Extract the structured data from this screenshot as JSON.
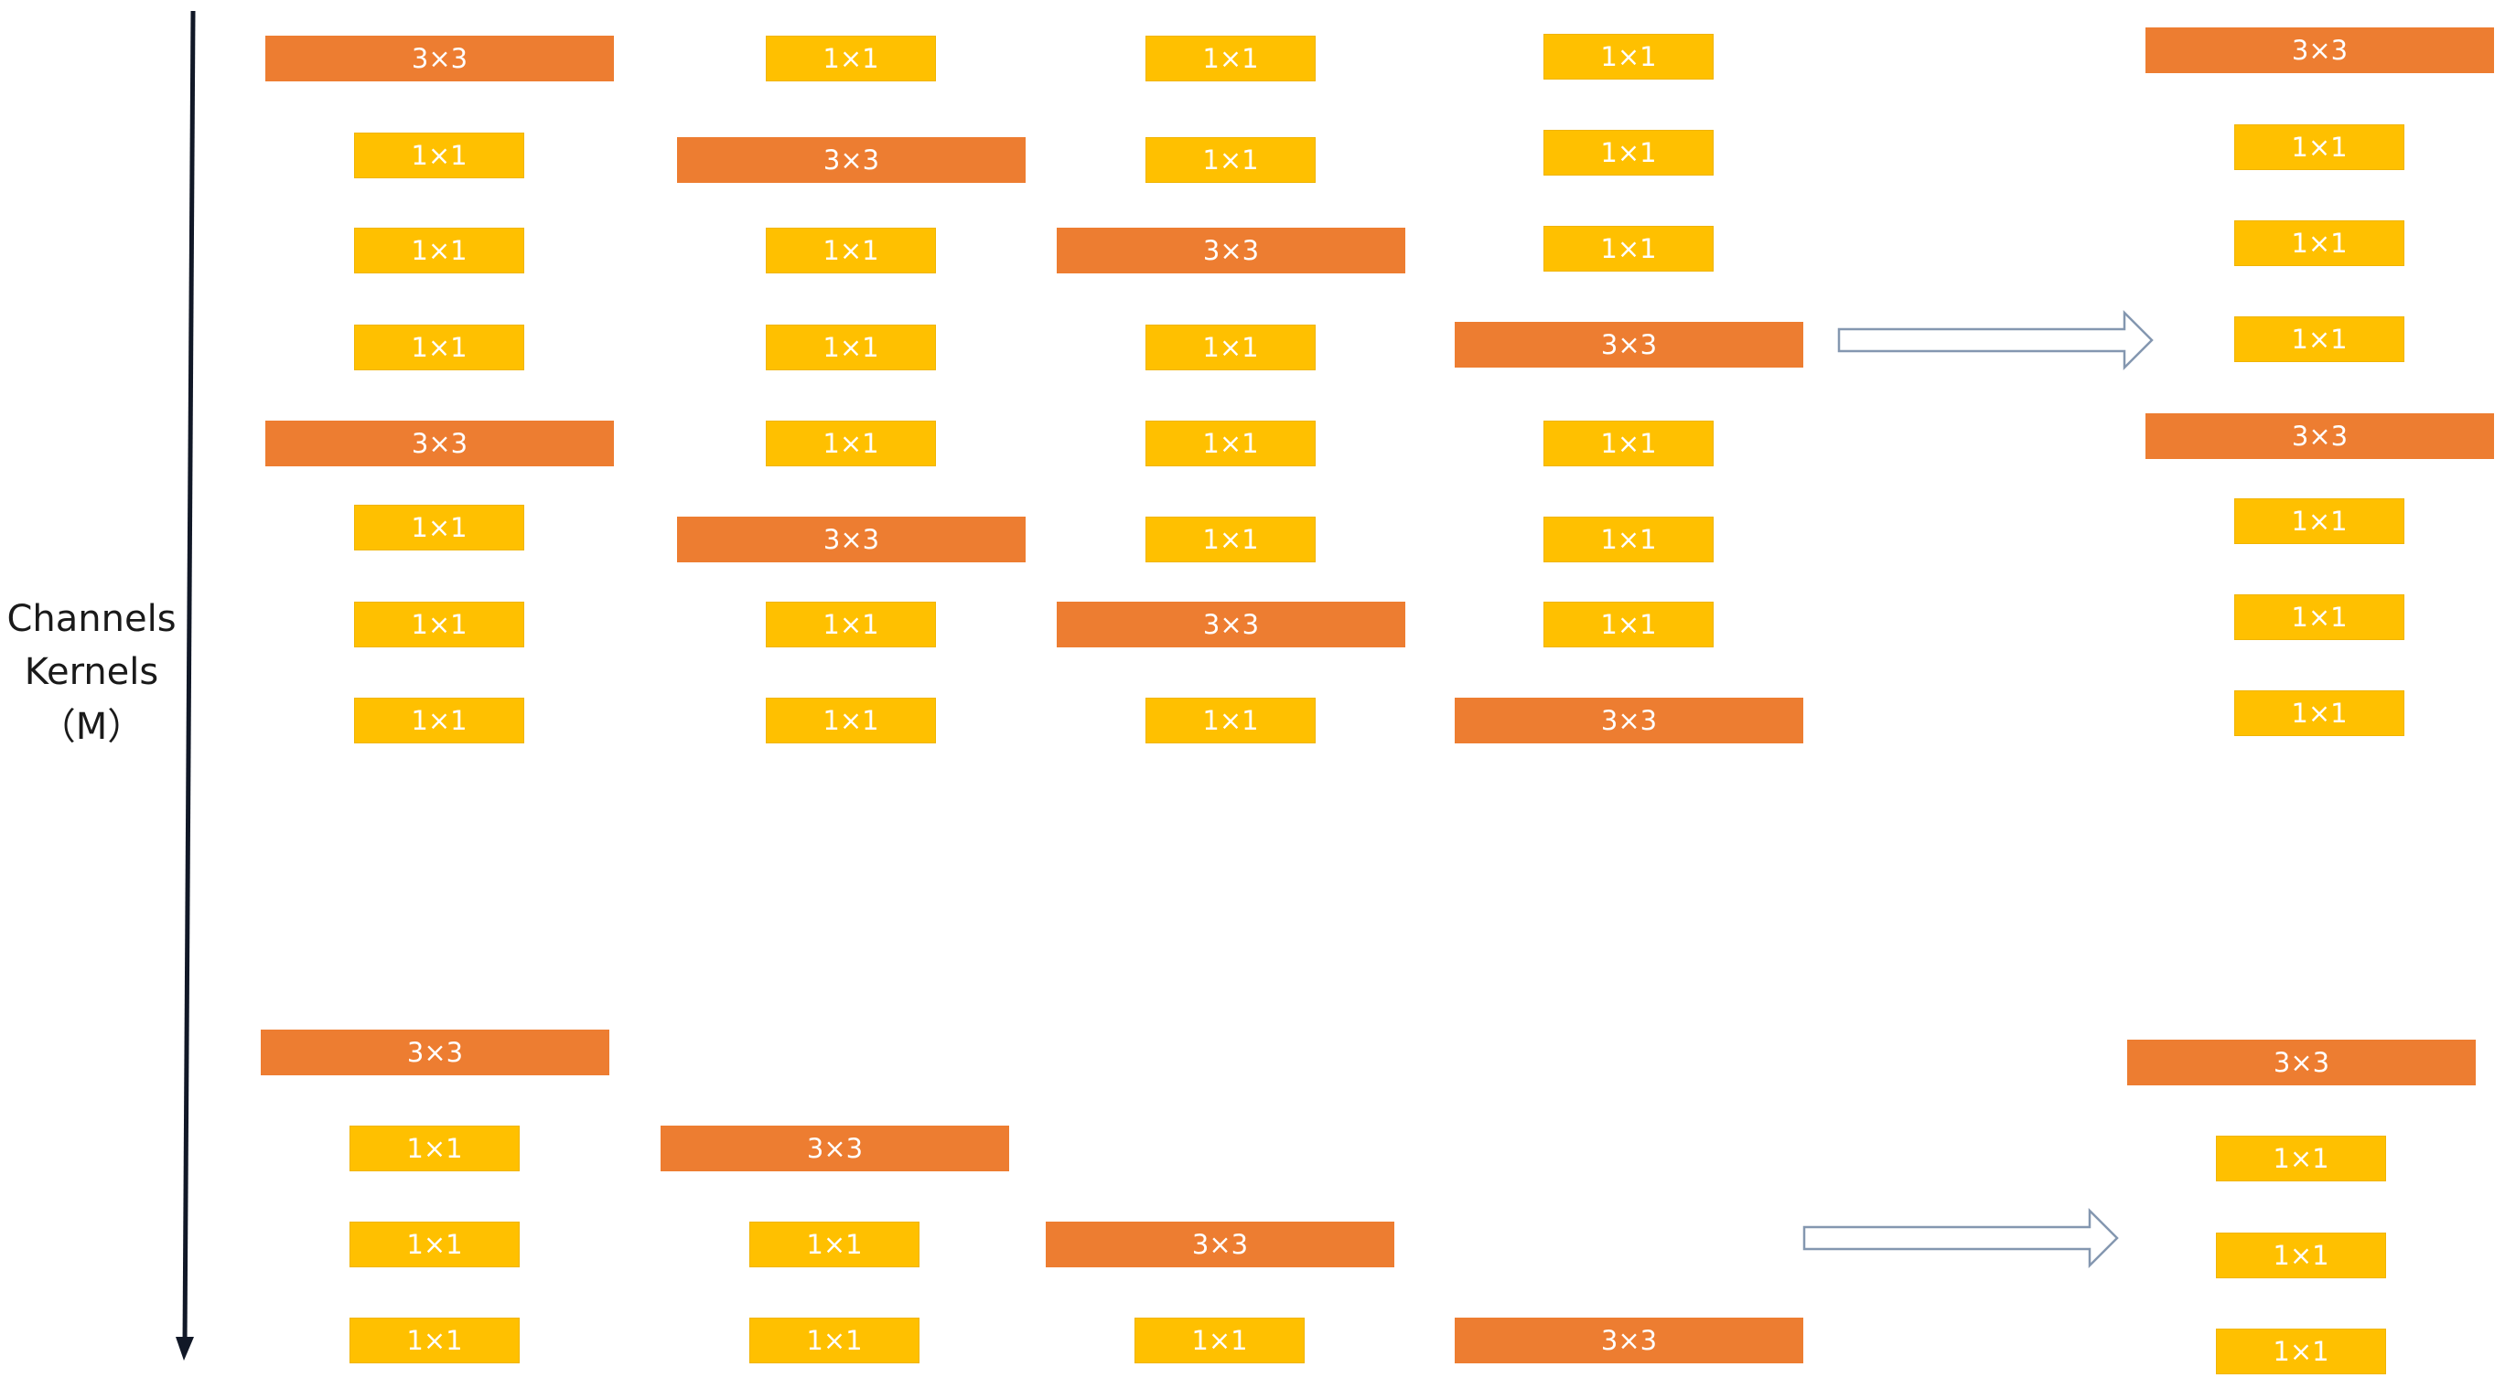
{
  "axis": {
    "label_lines": [
      "Channels",
      "Kernels",
      "（M）"
    ]
  },
  "colors": {
    "kernel_3x3": "#ed7d31",
    "kernel_1x1": "#ffc000",
    "axis": "#111827",
    "arrow_outline": "#8497b0"
  },
  "kernel_labels": {
    "k3": "3×3",
    "k1": "1×1"
  },
  "top_group": {
    "columns": [
      [
        "k3",
        "k1",
        "k1",
        "k1",
        "k3",
        "k1",
        "k1",
        "k1"
      ],
      [
        "k1",
        "k3",
        "k1",
        "k1",
        "k1",
        "k3",
        "k1",
        "k1"
      ],
      [
        "k1",
        "k1",
        "k3",
        "k1",
        "k1",
        "k1",
        "k3",
        "k1"
      ],
      [
        "k1",
        "k1",
        "k1",
        "k3",
        "k1",
        "k1",
        "k1",
        "k3"
      ]
    ],
    "result": [
      "k3",
      "k1",
      "k1",
      "k1",
      "k3",
      "k1",
      "k1",
      "k1"
    ]
  },
  "bottom_group": {
    "columns": [
      [
        "k3",
        "k1",
        "k1",
        "k1"
      ],
      [
        "k3",
        "k1",
        "k1"
      ],
      [
        "k3",
        "k1"
      ],
      [
        "k3"
      ]
    ],
    "result": [
      "k3",
      "k1",
      "k1",
      "k1"
    ]
  }
}
